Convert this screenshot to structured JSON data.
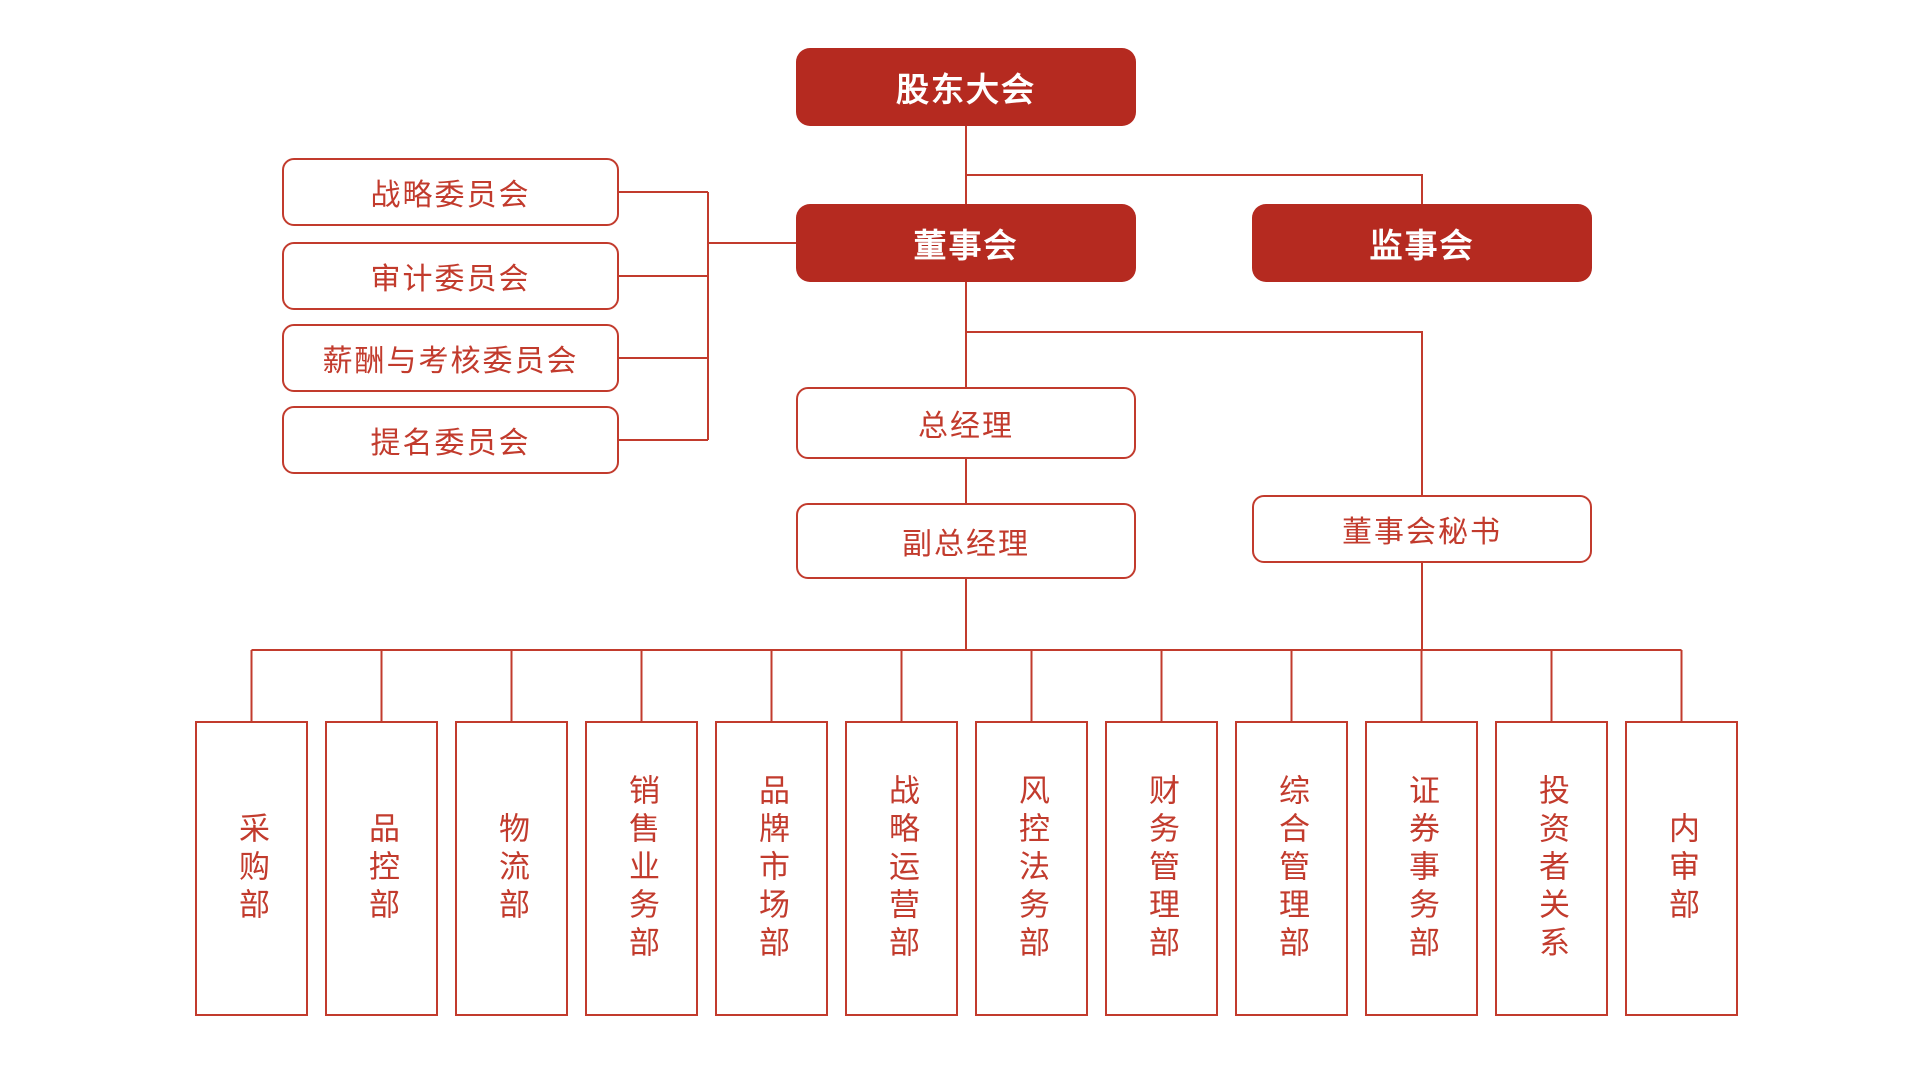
{
  "nodes": {
    "shareholders": "股东大会",
    "board": "董事会",
    "supervisory": "监事会",
    "general_manager": "总经理",
    "deputy_general_manager": "副总经理",
    "board_secretary": "董事会秘书"
  },
  "committees": [
    "战略委员会",
    "审计委员会",
    "薪酬与考核委员会",
    "提名委员会"
  ],
  "departments": [
    "采购部",
    "品控部",
    "物流部",
    "销售业务部",
    "品牌市场部",
    "战略运营部",
    "风控法务部",
    "财务管理部",
    "综合管理部",
    "证券事务部",
    "投资者关系",
    "内审部"
  ],
  "org_structure": {
    "edges": [
      [
        "股东大会",
        "董事会"
      ],
      [
        "股东大会",
        "监事会"
      ],
      [
        "董事会",
        "战略委员会"
      ],
      [
        "董事会",
        "审计委员会"
      ],
      [
        "董事会",
        "薪酬与考核委员会"
      ],
      [
        "董事会",
        "提名委员会"
      ],
      [
        "董事会",
        "总经理"
      ],
      [
        "董事会",
        "董事会秘书"
      ],
      [
        "总经理",
        "副总经理"
      ],
      [
        "副总经理/董事会秘书",
        "采购部/品控部/物流部/销售业务部/品牌市场部/战略运营部/风控法务部/财务管理部/综合管理部/证券事务部/投资者关系/内审部"
      ]
    ]
  },
  "colors": {
    "node_fill_red": "#b52a20",
    "line_red": "#c23b2d",
    "text_on_fill": "#ffffff",
    "background": "#ffffff"
  }
}
